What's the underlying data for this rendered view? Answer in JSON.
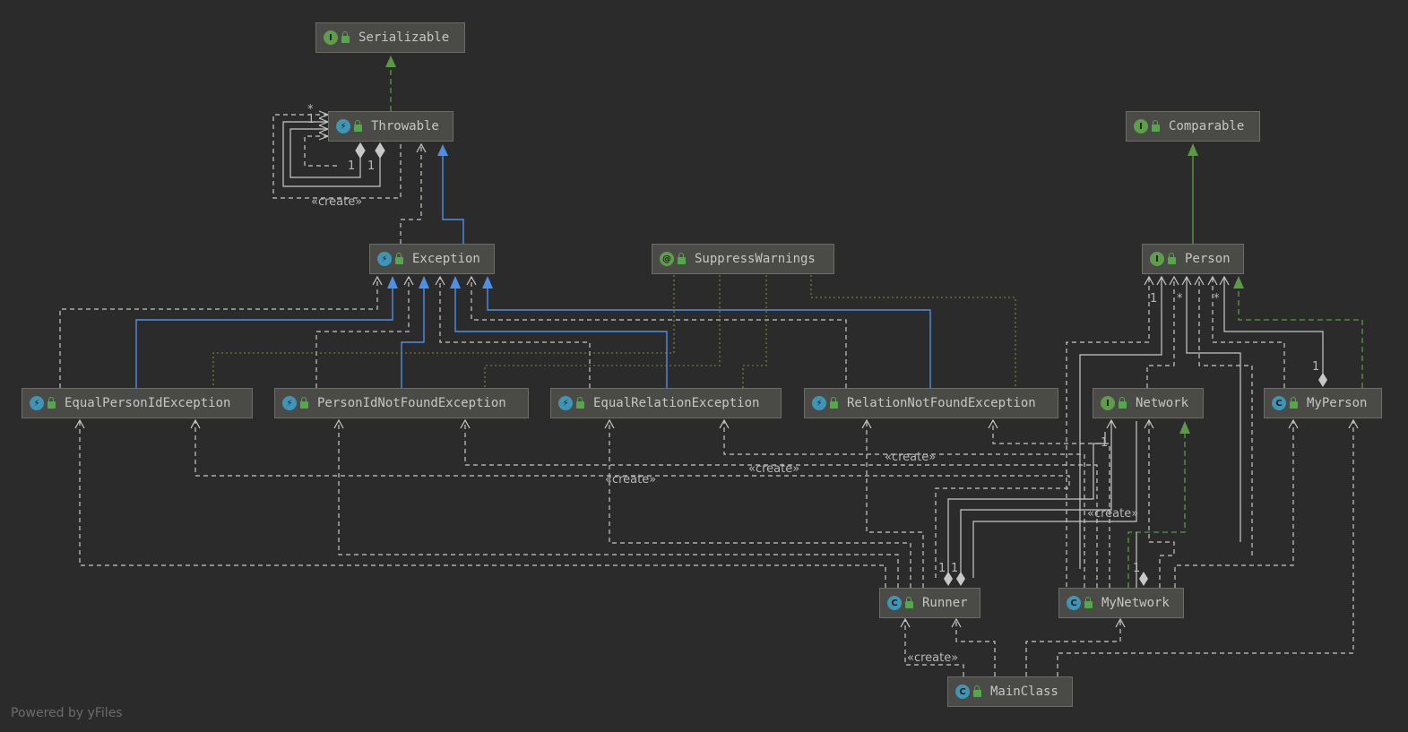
{
  "diagram": {
    "nodes": [
      {
        "id": "serializable",
        "name": "Serializable",
        "kind": "interface",
        "badge": "I"
      },
      {
        "id": "throwable",
        "name": "Throwable",
        "kind": "exception",
        "badge": "⚡"
      },
      {
        "id": "comparable",
        "name": "Comparable",
        "kind": "interface",
        "badge": "I"
      },
      {
        "id": "exception",
        "name": "Exception",
        "kind": "exception",
        "badge": "⚡"
      },
      {
        "id": "suppresswarnings",
        "name": "SuppressWarnings",
        "kind": "annotation",
        "badge": "@"
      },
      {
        "id": "person",
        "name": "Person",
        "kind": "interface",
        "badge": "I"
      },
      {
        "id": "equalpersonid",
        "name": "EqualPersonIdException",
        "kind": "exception",
        "badge": "⚡"
      },
      {
        "id": "personidnotfound",
        "name": "PersonIdNotFoundException",
        "kind": "exception",
        "badge": "⚡"
      },
      {
        "id": "equalrelation",
        "name": "EqualRelationException",
        "kind": "exception",
        "badge": "⚡"
      },
      {
        "id": "relationnotfound",
        "name": "RelationNotFoundException",
        "kind": "exception",
        "badge": "⚡"
      },
      {
        "id": "network",
        "name": "Network",
        "kind": "interface",
        "badge": "I"
      },
      {
        "id": "myperson",
        "name": "MyPerson",
        "kind": "class",
        "badge": "C"
      },
      {
        "id": "runner",
        "name": "Runner",
        "kind": "class",
        "badge": "C"
      },
      {
        "id": "mynetwork",
        "name": "MyNetwork",
        "kind": "class",
        "badge": "C"
      },
      {
        "id": "mainclass",
        "name": "MainClass",
        "kind": "class",
        "badge": "C"
      }
    ],
    "edge_labels": {
      "create": "«create»",
      "one": "1",
      "many": "*"
    },
    "colors": {
      "background": "#2b2b2b",
      "implements": "#5b9a45",
      "extends": "#4e8fe8",
      "dependency": "#c8c8c8",
      "annotation": "#8a8a2e"
    },
    "footer": "Powered by yFiles"
  }
}
